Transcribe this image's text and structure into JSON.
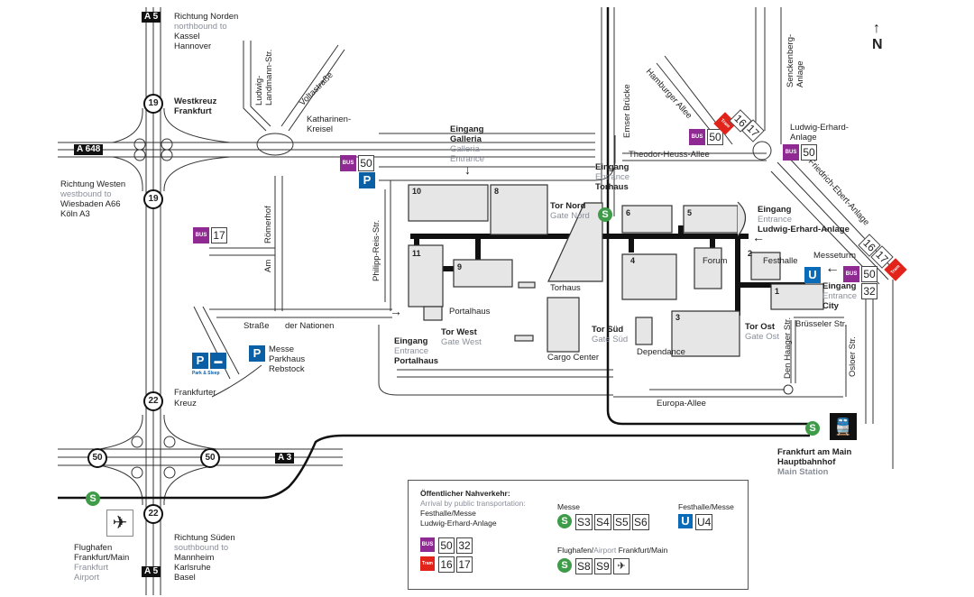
{
  "title": "Messe Frankfurt site map",
  "north": {
    "arrow": "↑",
    "label": "N"
  },
  "highways": {
    "a5_north": "A 5",
    "a648": "A 648",
    "a3": "A 3",
    "a5_south": "A 5"
  },
  "junctions": {
    "j19_top": "19",
    "j19_bottom": "19",
    "j22_top": "22",
    "j22_bottom": "22",
    "j50_left": "50",
    "j50_right": "50"
  },
  "directions": {
    "north": {
      "de": "Richtung Norden",
      "en": "northbound to",
      "cities": [
        "Kassel",
        "Hannover"
      ]
    },
    "west": {
      "de": "Richtung Westen",
      "en": "westbound to",
      "cities": [
        "Wiesbaden A66",
        "Köln A3"
      ]
    },
    "south": {
      "de": "Richtung Süden",
      "en": "southbound to",
      "cities": [
        "Mannheim",
        "Karlsruhe",
        "Basel"
      ]
    }
  },
  "interchanges": {
    "westkreuz": [
      "Westkreuz",
      "Frankfurt"
    ],
    "frankfurter_kreuz": [
      "Frankfurter",
      "Kreuz"
    ]
  },
  "streets": {
    "ludwig_landmann": [
      "Ludwig-",
      "Landmann-Str."
    ],
    "voltastrasse": "Voltastraße",
    "katharinen_kreisel": [
      "Katharinen-",
      "Kreisel"
    ],
    "roemerhof": "Römerhof",
    "am": "Am",
    "philipp_reis": "Philipp-Reis-Str.",
    "strasse_der_nationen_1": "Straße",
    "strasse_der_nationen_2": "der Nationen",
    "emser_bruecke": "Emser Brücke",
    "hamburger_allee": "Hamburger Allee",
    "senckenberg": [
      "Senckenberg-",
      "Anlage"
    ],
    "theodor_heuss": "Theodor-Heuss-Allee",
    "ludwig_erhard_anlage": [
      "Ludwig-Erhard-",
      "Anlage"
    ],
    "friedrich_ebert": "Friedrich-Ebert-Anlage",
    "bruesseler": "Brüsseler Str.",
    "den_haager": "Den Haager Str.",
    "osloer": "Osloer Str.",
    "europa_allee": "Europa-Allee"
  },
  "halls": [
    "1",
    "2",
    "3",
    "4",
    "5",
    "6",
    "8",
    "9",
    "10",
    "11"
  ],
  "buildings": {
    "portalhaus": "Portalhaus",
    "torhaus": "Torhaus",
    "cargo_center": "Cargo Center",
    "dependance": "Dependance",
    "forum": "Forum",
    "festhalle": "Festhalle",
    "messeturm": "Messeturm"
  },
  "entrances": {
    "galleria": {
      "de": "Eingang",
      "name": "Galleria",
      "en1": "Galleria",
      "en2": "Entrance"
    },
    "torhaus": {
      "de": "Eingang",
      "en": "Entrance",
      "name": "Torhaus"
    },
    "ludwig_erhard": {
      "de": "Eingang",
      "en": "Entrance",
      "name": "Ludwig-Erhard-Anlage"
    },
    "city": {
      "de": "Eingang",
      "en": "Entrance",
      "name": "City"
    },
    "portalhaus": {
      "de": "Eingang",
      "en": "Entrance",
      "name": "Portalhaus"
    }
  },
  "gates": {
    "nord": {
      "de": "Tor Nord",
      "en": "Gate Nord"
    },
    "west": {
      "de": "Tor West",
      "en": "Gate West"
    },
    "sued": {
      "de": "Tor Süd",
      "en": "Gate Süd"
    },
    "ost": {
      "de": "Tor Ost",
      "en": "Gate Ost"
    }
  },
  "parking": {
    "p_label": "P",
    "park_sleep": "Park & Sleep",
    "parkhaus": [
      "Messe",
      "Parkhaus",
      "Rebstock"
    ]
  },
  "transit_markers": {
    "bus_label": "BUS",
    "tram_label": "Tram",
    "s_label": "S",
    "u_label": "U",
    "bus50": "50",
    "bus17": "17",
    "bus32": "32",
    "tram16": "16",
    "tram17": "17"
  },
  "airport": {
    "de": [
      "Flughafen",
      "Frankfurt/Main"
    ],
    "en": [
      "Frankfurt",
      "Airport"
    ]
  },
  "main_station": {
    "de": [
      "Frankfurt am Main",
      "Hauptbahnhof"
    ],
    "en": "Main Station"
  },
  "legend": {
    "title": "Öffentlicher Nahverkehr:",
    "subtitle": "Arrival by public transportation:",
    "stop1": "Festhalle/Messe",
    "stop2": "Ludwig-Erhard-Anlage",
    "bus_lines": [
      "50",
      "32"
    ],
    "tram_lines": [
      "16",
      "17"
    ],
    "messe_heading": "Messe",
    "messe_s_lines": [
      "S3",
      "S4",
      "S5",
      "S6"
    ],
    "festhalle_heading": "Festhalle/Messe",
    "u_lines": [
      "U4"
    ],
    "airport_heading_de": "Flughafen/",
    "airport_heading_en": "Airport",
    "airport_heading_rest": " Frankfurt/Main",
    "airport_s_lines": [
      "S8",
      "S9"
    ]
  },
  "colors": {
    "bus": "#8e2a92",
    "tram": "#e2231a",
    "sbahn": "#3e9b48",
    "ubahn": "#0a6cb8",
    "parking": "#0b5fa5",
    "hall_fill": "#e6e6e6",
    "english_text": "#8a8f9a"
  }
}
